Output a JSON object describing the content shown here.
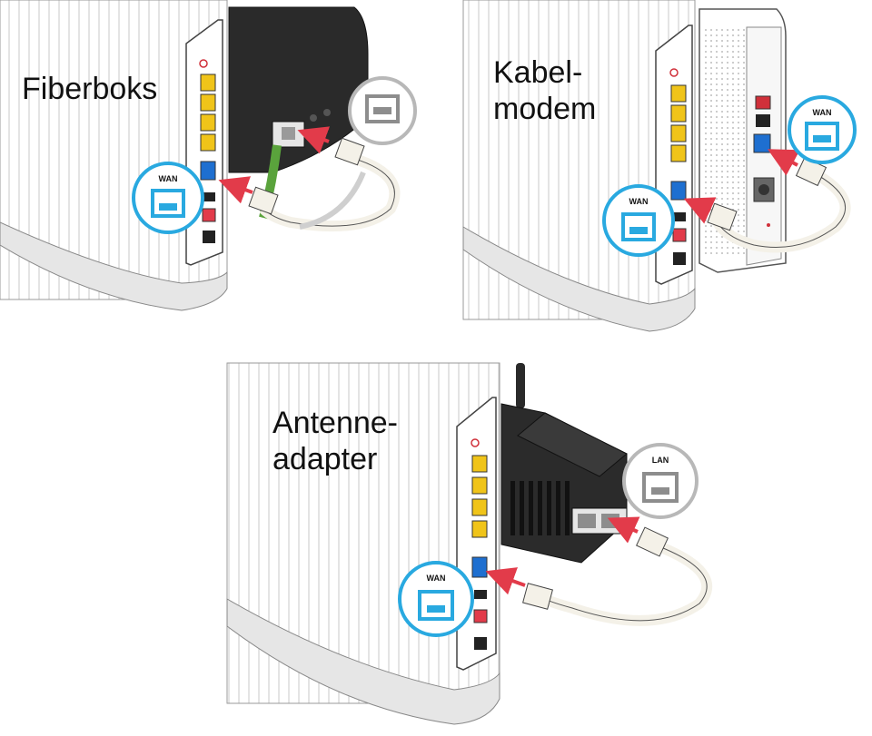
{
  "diagrams": [
    {
      "title": "Fiberboks",
      "router_port_label": "WAN"
    },
    {
      "title": "Kabel-\nmodem",
      "router_port_label": "WAN",
      "device_port_label": "WAN"
    },
    {
      "title": "Antenne-\nadapter",
      "router_port_label": "WAN",
      "device_port_label": "LAN"
    }
  ],
  "colors": {
    "lan_port": "#f0c419",
    "wan_port": "#1e6fd0",
    "badge_ring": "#29a9e0",
    "badge_icon": "#29a9e0",
    "arrow": "#e23b4a",
    "cable": "#f4f1e8",
    "device_dark": "#222222",
    "router_body": "#ffffff"
  },
  "icons": [
    "ethernet-port-icon",
    "arrow-icon",
    "power-button-icon"
  ]
}
